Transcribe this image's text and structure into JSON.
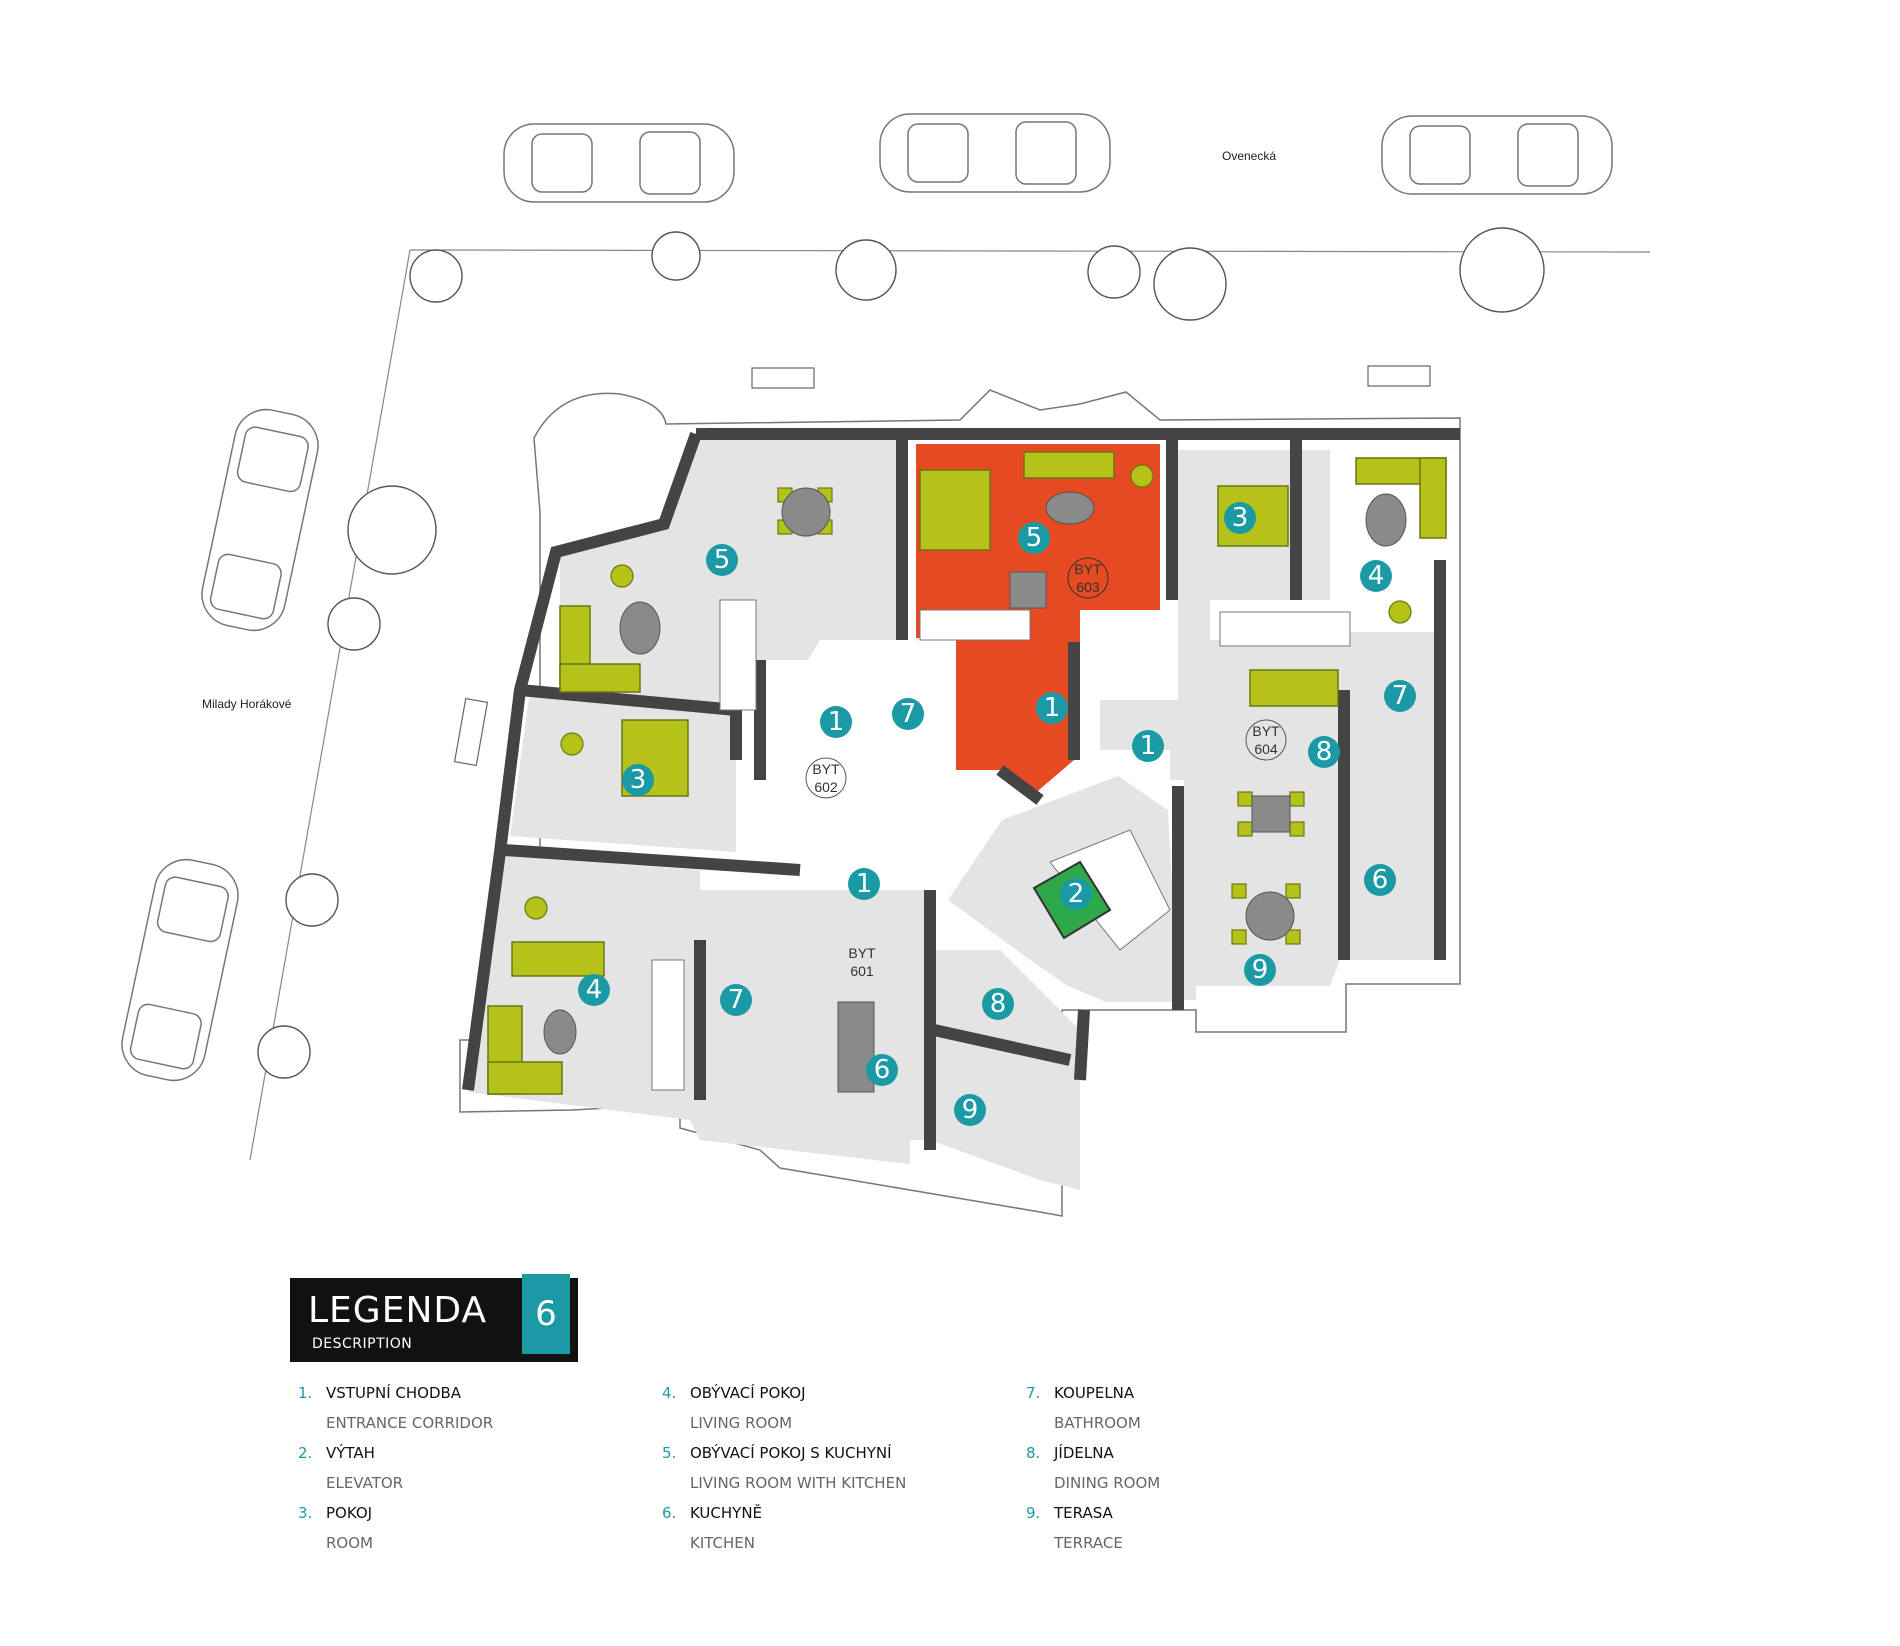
{
  "streets": {
    "north": "Ovenecká",
    "west": "Milady Horákové"
  },
  "units": [
    {
      "label": "BYT",
      "number": "601"
    },
    {
      "label": "BYT",
      "number": "602"
    },
    {
      "label": "BYT",
      "number": "603"
    },
    {
      "label": "BYT",
      "number": "604"
    }
  ],
  "room_markers": {
    "apt603": [
      "5",
      "1"
    ],
    "apt602": [
      "5",
      "3",
      "1",
      "7"
    ],
    "apt604": [
      "3",
      "4",
      "7",
      "1",
      "8",
      "6",
      "9"
    ],
    "apt601": [
      "4",
      "7",
      "1",
      "8",
      "6",
      "9"
    ],
    "core": [
      "2"
    ]
  },
  "legend": {
    "title": "LEGENDA",
    "subtitle": "DESCRIPTION",
    "floor": "6",
    "items": [
      {
        "num": "1.",
        "cz": "VSTUPNÍ CHODBA",
        "en": "ENTRANCE CORRIDOR"
      },
      {
        "num": "2.",
        "cz": "VÝTAH",
        "en": "ELEVATOR"
      },
      {
        "num": "3.",
        "cz": "POKOJ",
        "en": "ROOM"
      },
      {
        "num": "4.",
        "cz": "OBÝVACÍ POKOJ",
        "en": "LIVING ROOM"
      },
      {
        "num": "5.",
        "cz": "OBÝVACÍ POKOJ S KUCHYNÍ",
        "en": "LIVING ROOM WITH KITCHEN"
      },
      {
        "num": "6.",
        "cz": "KUCHYNĚ",
        "en": "KITCHEN"
      },
      {
        "num": "7.",
        "cz": "KOUPELNA",
        "en": "BATHROOM"
      },
      {
        "num": "8.",
        "cz": "JÍDELNA",
        "en": "DINING ROOM"
      },
      {
        "num": "9.",
        "cz": "TERASA",
        "en": "TERRACE"
      }
    ]
  },
  "colors": {
    "highlight": "#e64a22",
    "marker": "#1b9aa6",
    "furniture": "#b5c21a",
    "floor": "#e4e4e4",
    "wall": "#444444"
  }
}
